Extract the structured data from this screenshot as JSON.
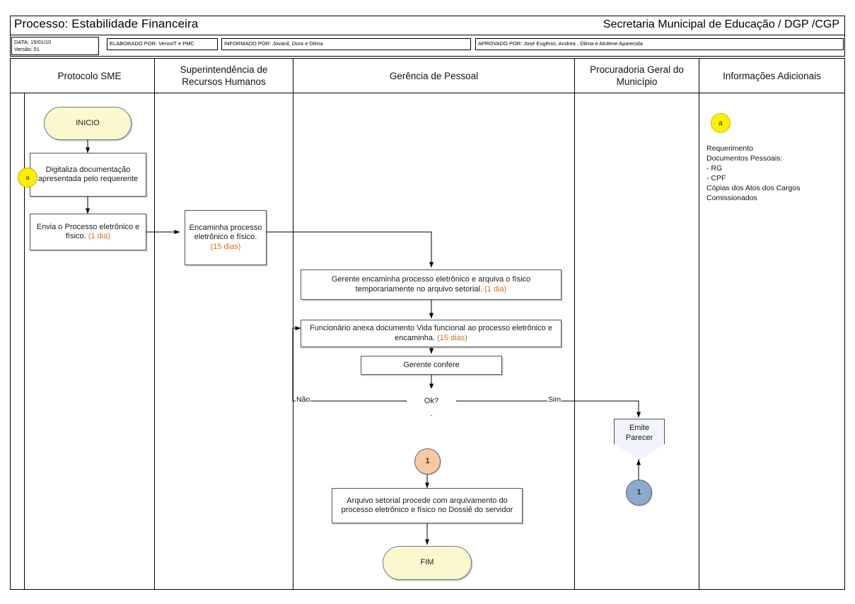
{
  "header": {
    "process_label": "Processo: Estabilidade Financeira",
    "org": "Secretaria Municipal de Educação / DGP /CGP",
    "meta": {
      "data_line1": "DATA; 15/01/10",
      "data_line2": "Versão: 01",
      "elaborado": "ELABORADO POR: VerosIT e PMC",
      "informado": "INFORMADO POR: Jovanil,  Dora e Dilma",
      "aprovado": "APROVADO POR: José Eugênio, Andrea , Dilma e Alcilene Aparecida"
    }
  },
  "lanes": [
    {
      "title": "Protocolo SME"
    },
    {
      "title": "Superintendência de\nRecursos Humanos"
    },
    {
      "title": "Gerência de Pessoal"
    },
    {
      "title": "Procuradoria Geral do\nMunicípio"
    },
    {
      "title": "Informações Adicionais"
    }
  ],
  "nodes": {
    "inicio": "INICIO",
    "digitaliza": "Digitaliza documentação apresentada pelo requerente",
    "digitaliza_badge": "a",
    "envia_main": "Envia o Processo eletrônico e físico. ",
    "envia_dur": "(1 dia)",
    "encaminha_main": "Encaminha processo eletrônico e físico. ",
    "encaminha_dur": "(15 dias)",
    "gerente_encaminha_main": "Gerente encaminha processo eletrônico e arquiva o físico temporariamente no arquivo setorial. ",
    "gerente_encaminha_dur": "(1 dia)",
    "funcionario_main": "Funcionário anexa documento Vida funcional ao processo eletrônico e encaminha. ",
    "funcionario_dur": "(15 dias)",
    "gerente_confere": "Gerente confere",
    "decision": "Ok?",
    "decision_no": "Não",
    "decision_yes": "Sim",
    "emite_parecer": "Emite\nParecer",
    "conn_blue": "1",
    "conn_orange": "1",
    "arquivo_setorial": "Arquivo setorial procede com arquivamento do processo eletrônico e físico no Dossiê do servidor",
    "fim": "FIM"
  },
  "info": {
    "badge": "a",
    "text": "Requerimento\nDocumentos Pessoais:\n- RG\n- CPF\nCópias dos Atos dos Cargos\nComissionados"
  },
  "colors": {
    "terminator_fill": "#fbf8d0",
    "note_badge": "#fbf000",
    "connector_orange": "#f7c9a3",
    "connector_blue": "#8aa9cc",
    "duration_text": "#d07020"
  }
}
